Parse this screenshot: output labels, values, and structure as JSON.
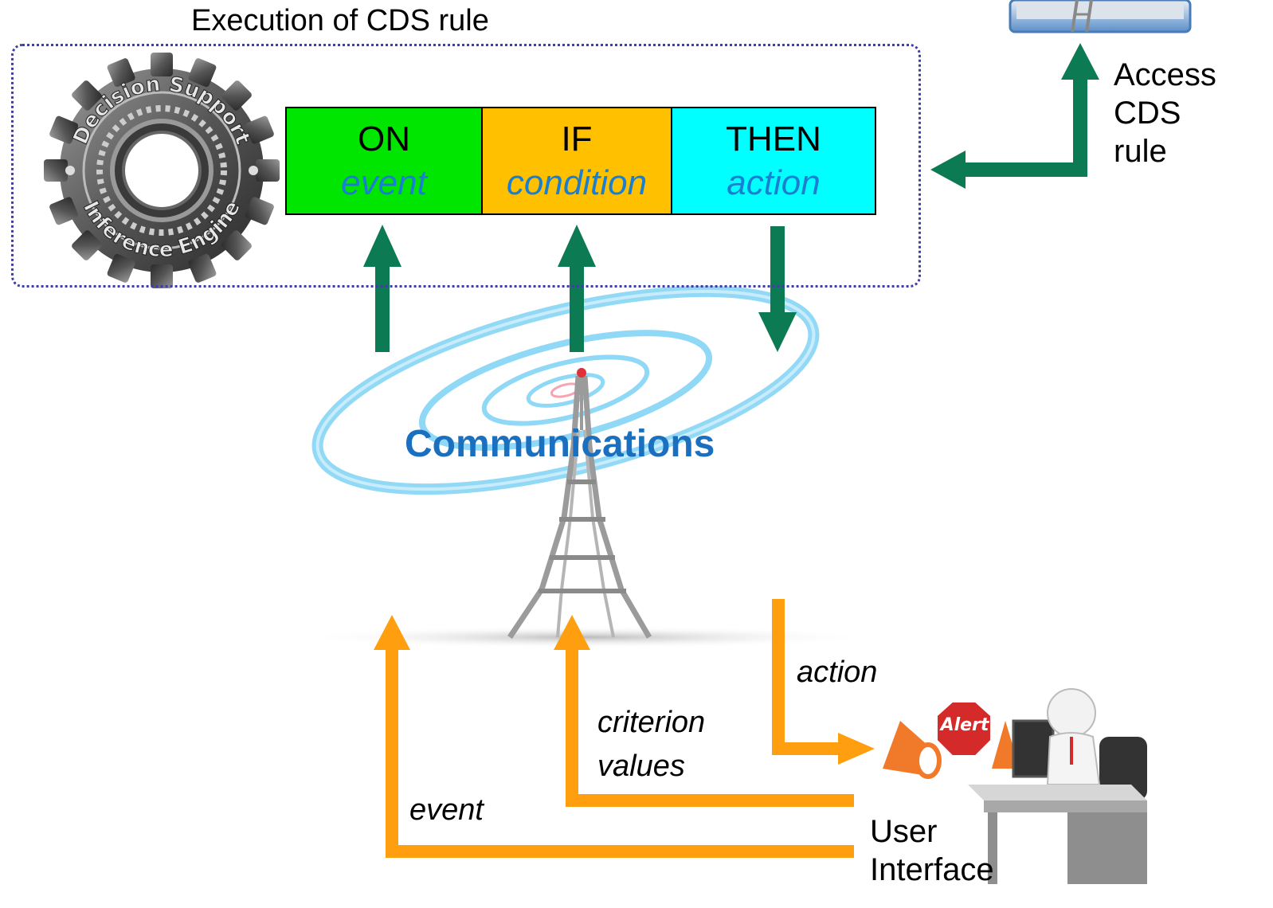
{
  "title": "Execution of CDS rule",
  "rule": {
    "on": {
      "keyword": "ON",
      "sub": "event",
      "color": "#00e600"
    },
    "if": {
      "keyword": "IF",
      "sub": "condition",
      "color": "#ffc000"
    },
    "then": {
      "keyword": "THEN",
      "sub": "action",
      "color": "#00ffff"
    },
    "sub_color": "#1a7fd0"
  },
  "engine": {
    "text_top": "Decision Support",
    "text_bottom": "Inference Engine"
  },
  "access": {
    "line1": "Access",
    "line2": "CDS",
    "line3": "rule"
  },
  "communications": "Communications",
  "flows": {
    "action": "action",
    "criterion_line1": "criterion",
    "criterion_line2": "values",
    "event": "event"
  },
  "alert": "Alert",
  "user_interface": {
    "line1": "User",
    "line2": "Interface"
  },
  "colors": {
    "green_arrow": "#0c7a52",
    "orange_arrow": "#ff9e0f",
    "frame": "#3f3fa3"
  }
}
